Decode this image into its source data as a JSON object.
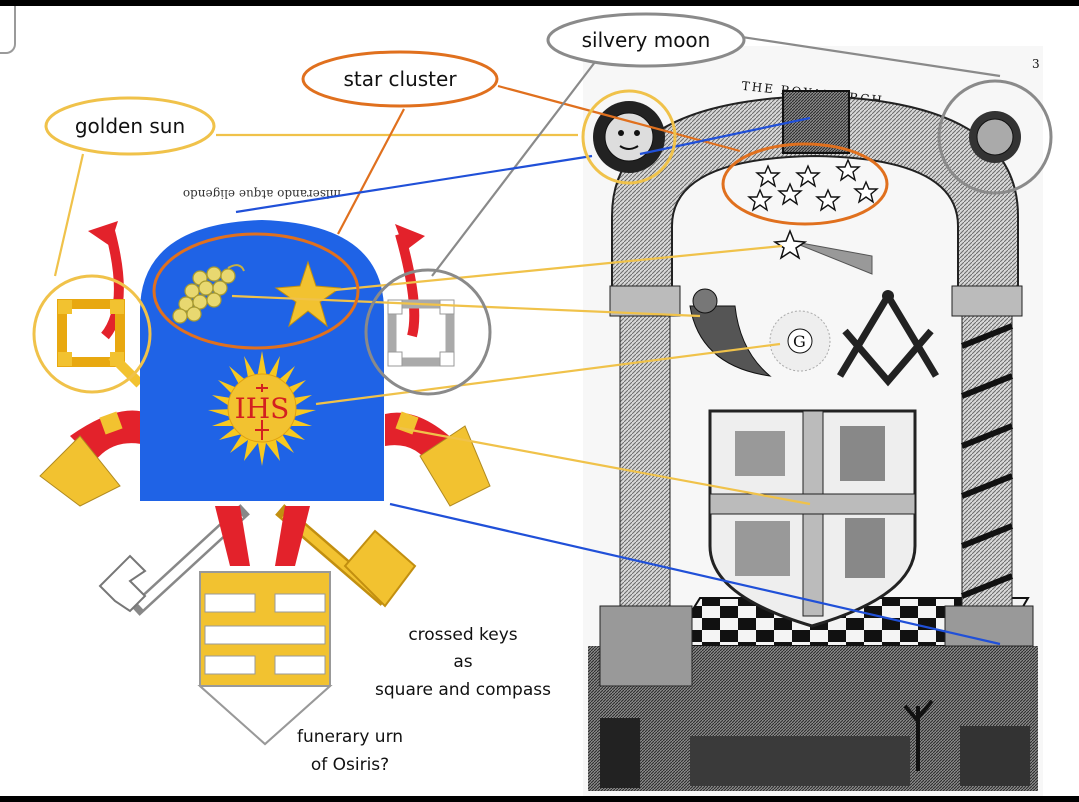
{
  "callouts": {
    "golden_sun": "golden sun",
    "star_cluster": "star cluster",
    "silvery_moon": "silvery moon"
  },
  "notes": {
    "crossed_keys_1": "crossed keys",
    "crossed_keys_2": "as",
    "crossed_keys_3": "square and compass",
    "urn_1": "funerary urn",
    "urn_2": "of Osiris?"
  },
  "engraving": {
    "title": "THE ROYAL ARCH.",
    "page_mark": "3"
  },
  "coat_of_arms": {
    "motto_mirrored": "miserando atque eligendo",
    "monogram": "IHS"
  },
  "colors": {
    "shield_blue": "#1f63e6",
    "gold": "#f2c230",
    "callout_gold": "#f0c24a",
    "callout_orange": "#e0701e",
    "callout_gray": "#8a8a8a",
    "link_blue": "#2050d8",
    "red": "#e3222b"
  }
}
